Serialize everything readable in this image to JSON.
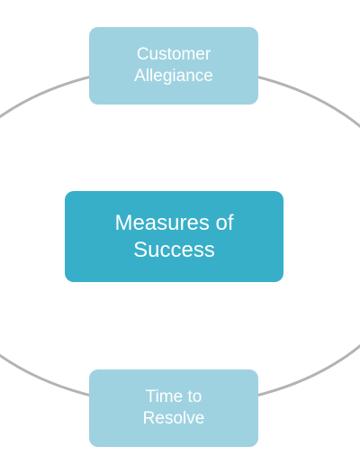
{
  "diagram": {
    "center": {
      "label": "Measures of\nSuccess",
      "color": "#37afc8"
    },
    "nodes": [
      {
        "label": "Customer\nAllegiance",
        "color": "#9fd2e0"
      },
      {
        "label": "Time to\nResolve",
        "color": "#9fd2e0"
      }
    ],
    "ring_color": "#b3b3b3"
  }
}
